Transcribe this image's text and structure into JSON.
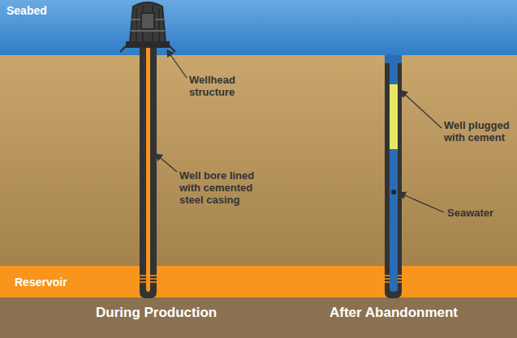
{
  "diagram": {
    "nodes": [
      {
        "text": [
          "Seabed"
        ]
      },
      {
        "text": [
          "Reservoir"
        ]
      }
    ],
    "labels": [
      "Wellhead structure",
      "Well bore lined with cemented steel casing",
      "Well plugged with cement",
      "Seawater",
      "During Production",
      "After Abandonment"
    ]
  }
}
